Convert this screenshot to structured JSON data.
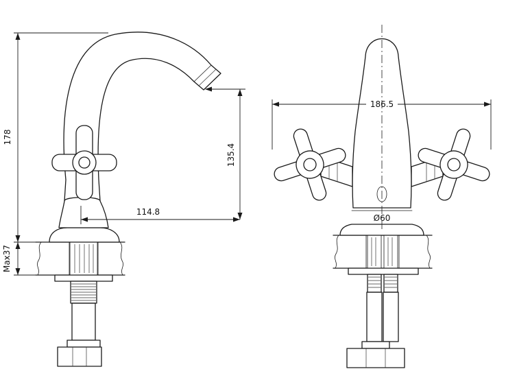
{
  "drawing": {
    "type": "technical-dimension-drawing",
    "subject": "two-handle basin faucet, side view and front view",
    "line_color": "#1a1a1a",
    "background": "#ffffff",
    "side_view": {
      "dimensions": {
        "total_height": "178",
        "spout_outlet_height": "135.4",
        "spout_reach": "114.8",
        "max_deck_thickness": "Max37"
      }
    },
    "front_view": {
      "dimensions": {
        "overall_width": "186.5",
        "base_diameter": "Ø60"
      }
    }
  }
}
